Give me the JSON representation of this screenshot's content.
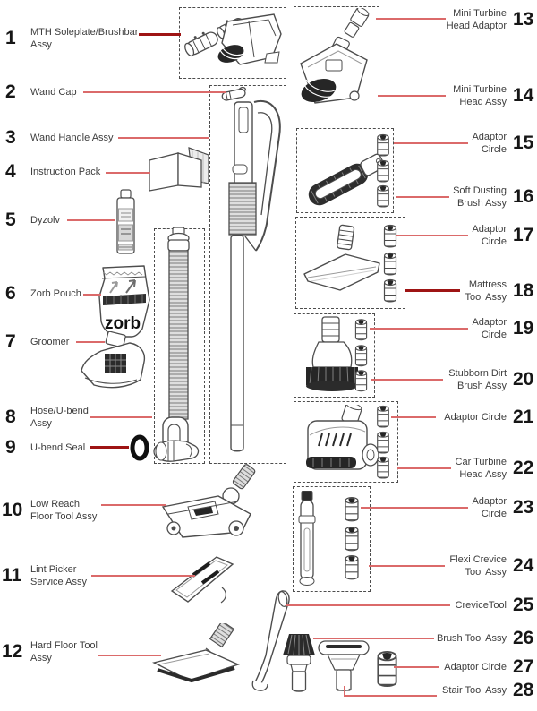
{
  "colors": {
    "leader_line": "#db6a6a",
    "leader_line_dark": "#9e1414",
    "label_text": "#3d3d3d",
    "number_text": "#161616",
    "box_dash": "#4d4d4d",
    "background": "#ffffff"
  },
  "artwork": {
    "zorb_pouch_text": "zorb"
  },
  "callouts_left": [
    {
      "num": "1",
      "label": "MTH Soleplate/Brushbar Assy",
      "lines": [
        "MTH Soleplate/Brushbar",
        "Assy"
      ]
    },
    {
      "num": "2",
      "label": "Wand Cap",
      "lines": [
        "Wand Cap"
      ]
    },
    {
      "num": "3",
      "label": "Wand Handle Assy",
      "lines": [
        "Wand Handle Assy"
      ]
    },
    {
      "num": "4",
      "label": "Instruction Pack",
      "lines": [
        "Instruction Pack"
      ]
    },
    {
      "num": "5",
      "label": "Dyzolv",
      "lines": [
        "Dyzolv"
      ]
    },
    {
      "num": "6",
      "label": "Zorb Pouch",
      "lines": [
        "Zorb Pouch"
      ]
    },
    {
      "num": "7",
      "label": "Groomer",
      "lines": [
        "Groomer"
      ]
    },
    {
      "num": "8",
      "label": "Hose/U-bend Assy",
      "lines": [
        "Hose/U-bend",
        "Assy"
      ]
    },
    {
      "num": "9",
      "label": "U-bend Seal",
      "lines": [
        "U-bend Seal"
      ]
    },
    {
      "num": "10",
      "label": "Low Reach Floor Tool Assy",
      "lines": [
        "Low Reach",
        "Floor Tool Assy"
      ]
    },
    {
      "num": "11",
      "label": "Lint Picker Service Assy",
      "lines": [
        "Lint Picker",
        "Service Assy"
      ]
    },
    {
      "num": "12",
      "label": "Hard Floor Tool Assy",
      "lines": [
        "Hard Floor Tool",
        "Assy"
      ]
    }
  ],
  "callouts_right": [
    {
      "num": "13",
      "label": "Mini Turbine Head Adaptor",
      "lines": [
        "Mini Turbine",
        "Head Adaptor"
      ]
    },
    {
      "num": "14",
      "label": "Mini Turbine Head Assy",
      "lines": [
        "Mini Turbine",
        "Head Assy"
      ]
    },
    {
      "num": "15",
      "label": "Adaptor Circle",
      "lines": [
        "Adaptor",
        "Circle"
      ]
    },
    {
      "num": "16",
      "label": "Soft Dusting Brush Assy",
      "lines": [
        "Soft Dusting",
        "Brush Assy"
      ]
    },
    {
      "num": "17",
      "label": "Adaptor Circle",
      "lines": [
        "Adaptor",
        "Circle"
      ]
    },
    {
      "num": "18",
      "label": "Mattress Tool Assy",
      "lines": [
        "Mattress",
        "Tool Assy"
      ]
    },
    {
      "num": "19",
      "label": "Adaptor Circle",
      "lines": [
        "Adaptor",
        "Circle"
      ]
    },
    {
      "num": "20",
      "label": "Stubborn Dirt Brush Assy",
      "lines": [
        "Stubborn Dirt",
        "Brush Assy"
      ]
    },
    {
      "num": "21",
      "label": "Adaptor Circle",
      "lines": [
        "Adaptor Circle"
      ]
    },
    {
      "num": "22",
      "label": "Car Turbine Head Assy",
      "lines": [
        "Car Turbine",
        "Head Assy"
      ]
    },
    {
      "num": "23",
      "label": "Adaptor Circle",
      "lines": [
        "Adaptor",
        "Circle"
      ]
    },
    {
      "num": "24",
      "label": "Flexi Crevice Tool Assy",
      "lines": [
        "Flexi Crevice",
        "Tool Assy"
      ]
    },
    {
      "num": "25",
      "label": "CreviceTool",
      "lines": [
        "CreviceTool"
      ]
    },
    {
      "num": "26",
      "label": "Brush Tool Assy",
      "lines": [
        "Brush Tool Assy"
      ]
    },
    {
      "num": "27",
      "label": "Adaptor Circle",
      "lines": [
        "Adaptor Circle"
      ]
    },
    {
      "num": "28",
      "label": "Stair Tool Assy",
      "lines": [
        "Stair Tool Assy"
      ]
    }
  ]
}
